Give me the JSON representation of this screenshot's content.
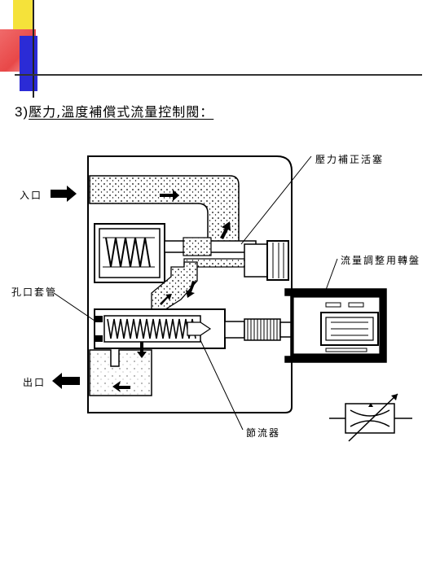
{
  "slide": {
    "title_num": "3)",
    "title_text": "壓力,溫度補償式流量控制閥："
  },
  "labels": {
    "inlet": "入口",
    "outlet": "出口",
    "orifice_sleeve": "孔口套管",
    "pressure_piston": "壓力補正活塞",
    "flow_dial": "流量調整用轉盤",
    "restrictor": "節流器"
  },
  "colors": {
    "line": "#000000",
    "accent_yellow": "#f5e23a",
    "accent_red": "#e84848",
    "accent_blue": "#2b2bd6"
  }
}
